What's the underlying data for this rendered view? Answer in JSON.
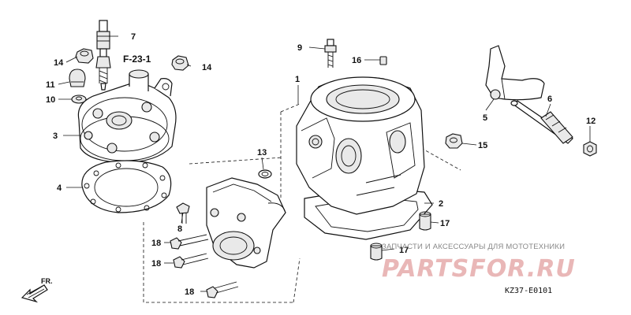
{
  "diagram": {
    "reference_label": "F-23-1",
    "diagram_code": "KZ37-E0101",
    "direction_label": "FR.",
    "watermark_tagline": "ЗАПЧАСТИ И АКСЕССУАРЫ ДЛЯ МОТОТЕХНИКИ",
    "watermark_logo": "PARTSFOR.RU",
    "callouts": {
      "n1": "1",
      "n2": "2",
      "n3": "3",
      "n4": "4",
      "n5": "5",
      "n6": "6",
      "n7": "7",
      "n8": "8",
      "n9": "9",
      "n10": "10",
      "n11": "11",
      "n12": "12",
      "n13": "13",
      "n14a": "14",
      "n14b": "14",
      "n15": "15",
      "n16": "16",
      "n17a": "17",
      "n17b": "17",
      "n18a": "18",
      "n18b": "18",
      "n18c": "18"
    }
  }
}
